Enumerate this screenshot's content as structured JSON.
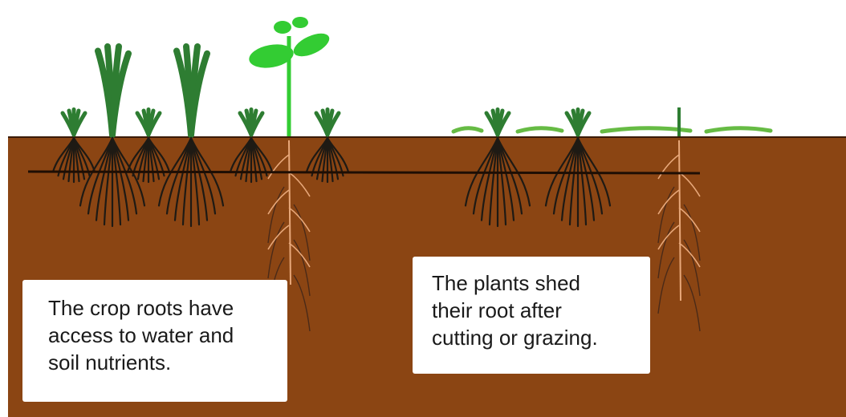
{
  "colors": {
    "sky": "#ffffff",
    "soil": "#8b4513",
    "soil_line": "#1e0e04",
    "root": "#1e1a14",
    "root_shed": "#e8a87a",
    "plant_dark": "#2e7d32",
    "plant_bright": "#33cc33",
    "cut_residue": "#66bb44"
  },
  "captions": {
    "left": {
      "lines": [
        "The crop roots have",
        "access to water and",
        "soil nutrients."
      ]
    },
    "right": {
      "lines": [
        "The plants shed",
        "their root after",
        "cutting or grazing."
      ]
    }
  }
}
